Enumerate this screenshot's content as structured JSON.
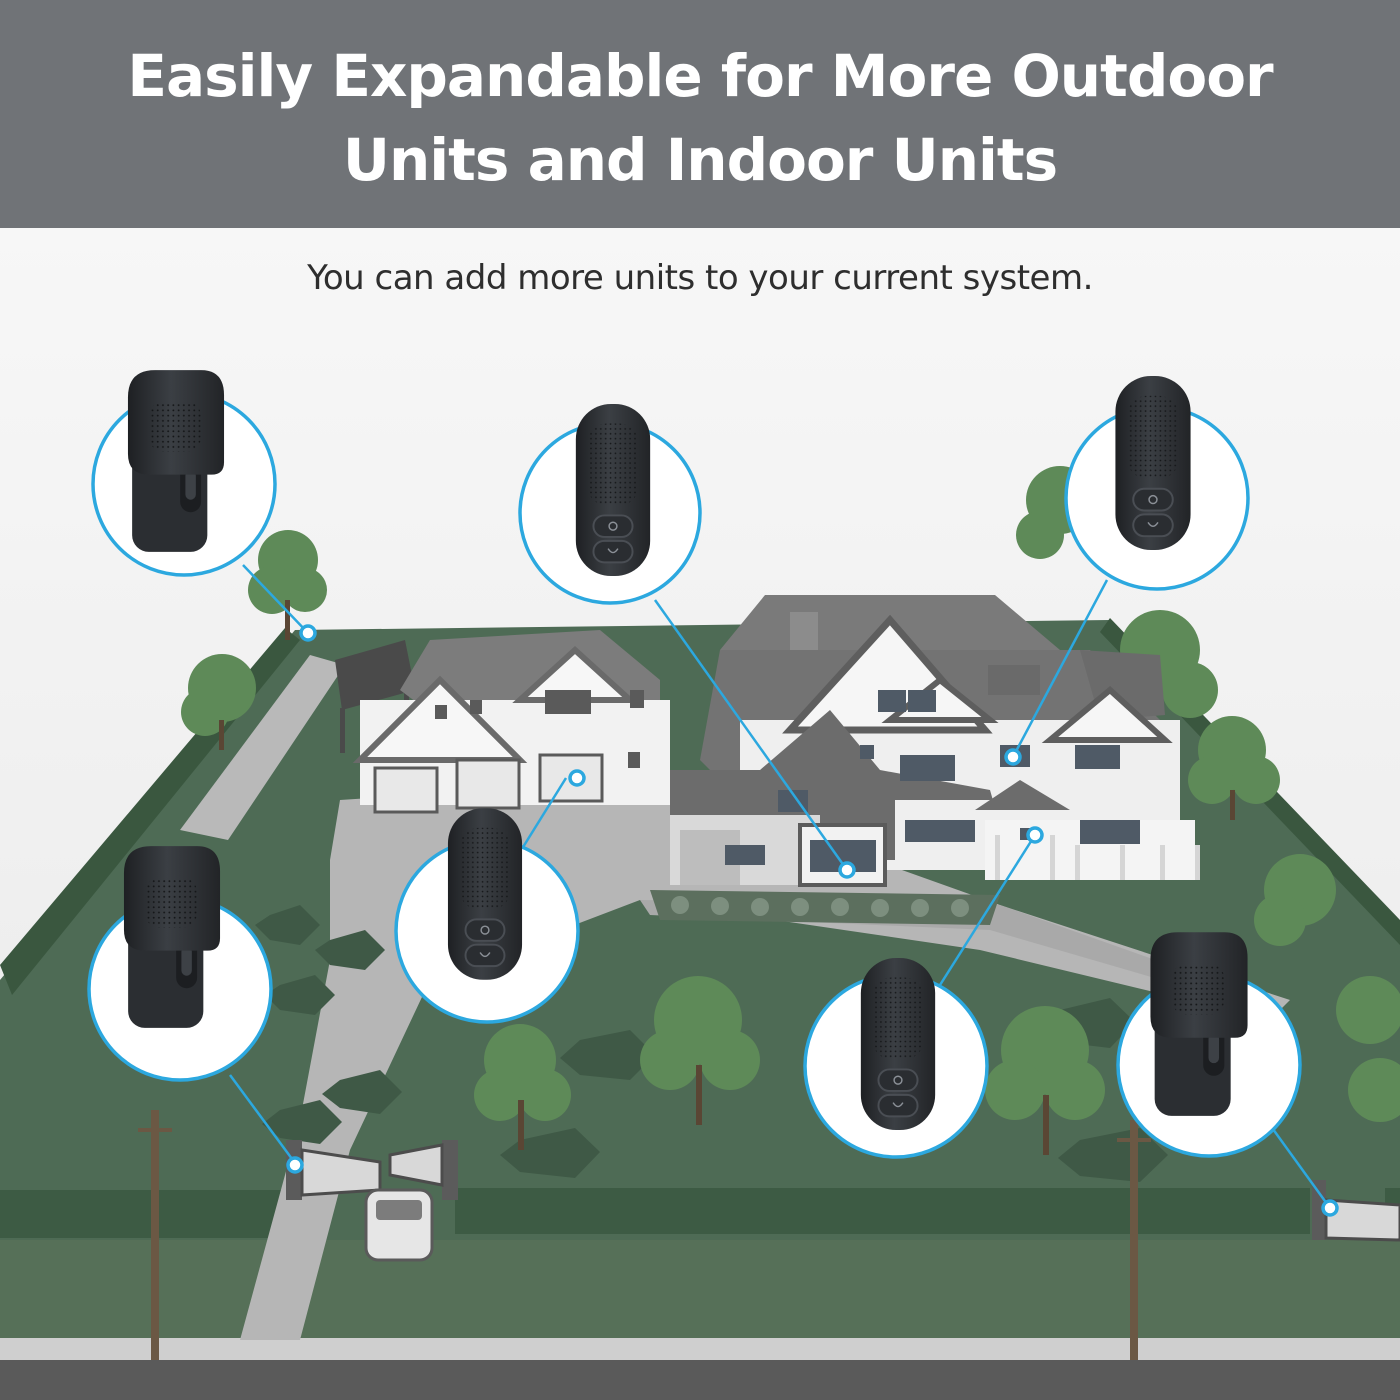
{
  "header": {
    "title_line1": "Easily Expandable for More Outdoor",
    "title_line2": "Units and Indoor Units"
  },
  "subtitle": "You can add more units to your current system.",
  "colors": {
    "banner": "#707377",
    "accent": "#2ca8df",
    "lawn": "#4e6b55",
    "hedge": "#3c5a44",
    "pavement": "#b5b5b5",
    "roof": "#6f6f6f",
    "device": "#2c2f33"
  },
  "callouts": [
    {
      "device": "outdoor-unit"
    },
    {
      "device": "indoor-unit"
    },
    {
      "device": "indoor-unit"
    },
    {
      "device": "outdoor-unit"
    },
    {
      "device": "indoor-unit"
    },
    {
      "device": "indoor-unit"
    },
    {
      "device": "outdoor-unit"
    }
  ]
}
